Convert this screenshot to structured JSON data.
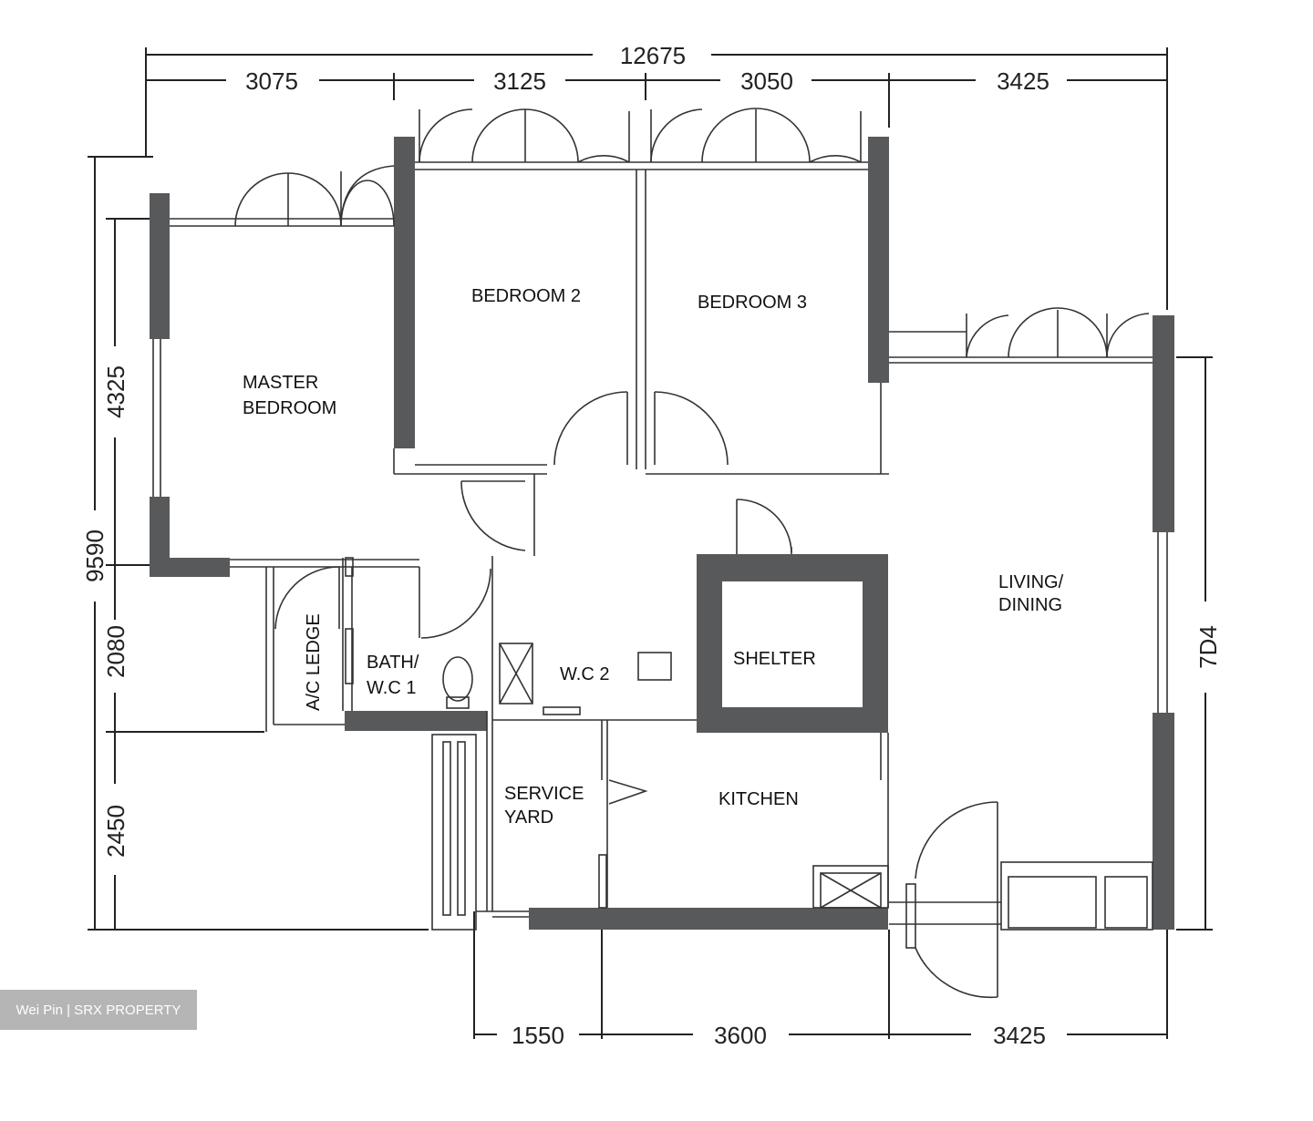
{
  "plan": {
    "dimensions": {
      "top_total": "12675",
      "top_segments": [
        "3075",
        "3125",
        "3050",
        "3425"
      ],
      "left_total": "9590",
      "left_segments": [
        "4325",
        "2080",
        "2450"
      ],
      "bottom_segments": [
        "1550",
        "3600",
        "3425"
      ],
      "right": "7D4"
    },
    "rooms": {
      "master_bedroom": [
        "MASTER",
        "BEDROOM"
      ],
      "bedroom_2": "BEDROOM 2",
      "bedroom_3": "BEDROOM 3",
      "living_dining": [
        "LIVING/",
        "DINING"
      ],
      "ac_ledge": "A/C LEDGE",
      "bath_wc1": [
        "BATH/",
        "W.C 1"
      ],
      "wc2": "W.C 2",
      "shelter": "SHELTER",
      "service_yard": [
        "SERVICE",
        "YARD"
      ],
      "kitchen": "KITCHEN"
    },
    "wall_color": "#58595b"
  },
  "watermark": "Wei Pin | SRX PROPERTY"
}
